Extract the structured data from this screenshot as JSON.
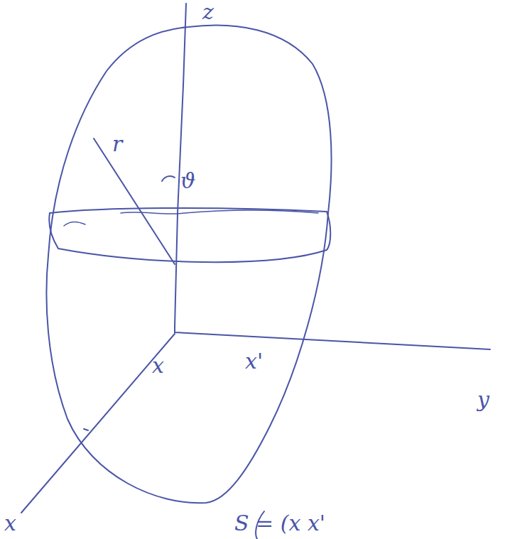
{
  "diagram": {
    "labels": [
      "z",
      "r",
      "ϑ",
      "x",
      "x'",
      "y",
      "x",
      "S = (x  x'"
    ]
  }
}
